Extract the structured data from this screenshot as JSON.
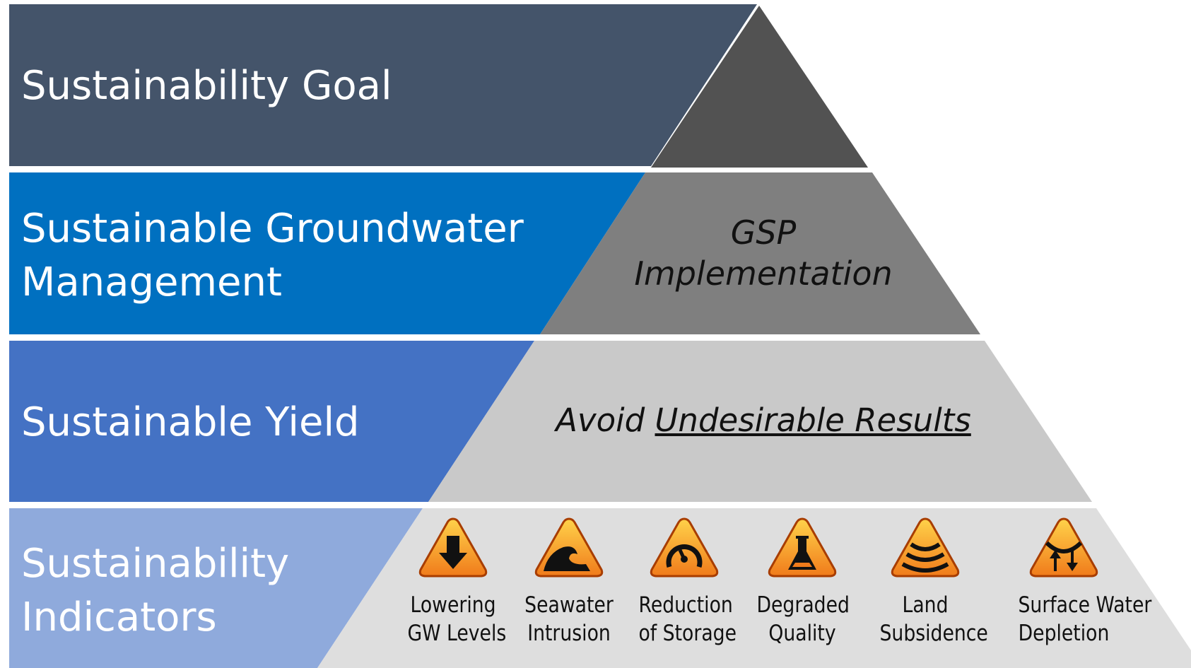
{
  "colors": {
    "goal": "#44546a",
    "management": "#0070c0",
    "yield": "#4472c4",
    "indicators": "#8faadc",
    "pyramid_top": "#525252",
    "pyramid_second": "#7f7f7f",
    "pyramid_third": "#c9c9c9",
    "pyramid_base": "#dedede",
    "icon_orange": "#f07b1b",
    "icon_yellow": "#ffd24a"
  },
  "rows": [
    {
      "lines": [
        "Sustainability Goal"
      ]
    },
    {
      "lines": [
        "Sustainable Groundwater",
        "Management"
      ]
    },
    {
      "lines": [
        "Sustainable Yield"
      ]
    },
    {
      "lines": [
        "Sustainability",
        "Indicators"
      ]
    }
  ],
  "pyramid": {
    "implementation_lines": [
      "GSP",
      "Implementation"
    ],
    "avoid_prefix": "Avoid",
    "avoid_link": "Undesirable Results"
  },
  "indicators": [
    {
      "icon": "arrow-down-icon",
      "lines": [
        "Lowering",
        "GW Levels"
      ]
    },
    {
      "icon": "wave-icon",
      "lines": [
        "Seawater",
        "Intrusion"
      ]
    },
    {
      "icon": "gauge-icon",
      "lines": [
        "Reduction",
        "of Storage"
      ]
    },
    {
      "icon": "flask-icon",
      "lines": [
        "Degraded",
        "Quality"
      ]
    },
    {
      "icon": "subsidence-icon",
      "lines": [
        "Land",
        "Subsidence"
      ]
    },
    {
      "icon": "depletion-icon",
      "lines": [
        "Surface Water",
        "Depletion"
      ]
    }
  ]
}
